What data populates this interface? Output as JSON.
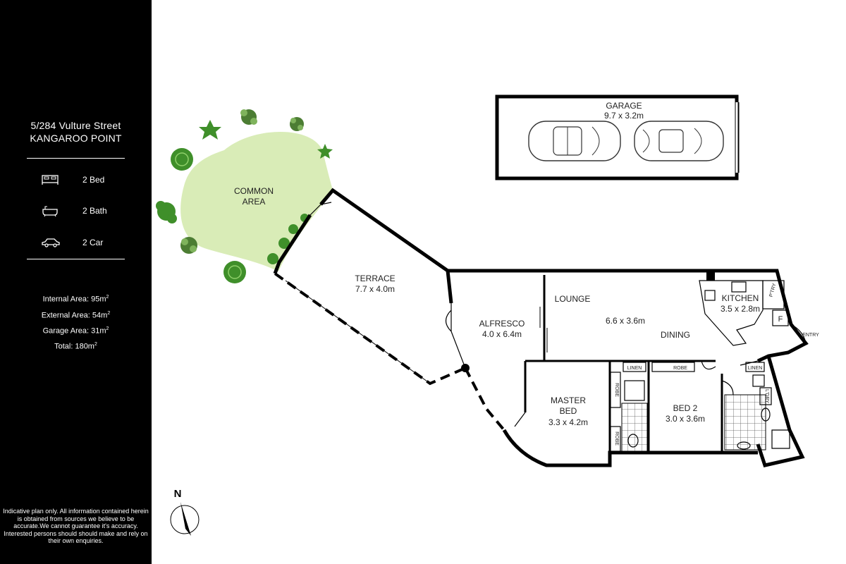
{
  "sidebar": {
    "address_line1": "5/284 Vulture Street",
    "address_line2": "KANGAROO POINT",
    "features": [
      {
        "icon": "bed-icon",
        "label": "2 Bed"
      },
      {
        "icon": "bath-icon",
        "label": "2 Bath"
      },
      {
        "icon": "car-icon",
        "label": "2 Car"
      }
    ],
    "areas": {
      "internal": {
        "label": "Internal Area: 95m",
        "sup": "2"
      },
      "external": {
        "label": "External Area: 54m",
        "sup": "2"
      },
      "garage": {
        "label": "Garage Area: 31m",
        "sup": "2"
      },
      "total": {
        "label": "Total: 180m",
        "sup": "2"
      }
    },
    "disclaimer": "Indicative plan only. All information contained herein is obtained from sources we believe to be accurate.We cannot guarantee it's accuracy. Interested persons should should make and rely on their own enquiries."
  },
  "plan": {
    "common_area": {
      "line1": "COMMON",
      "line2": "AREA"
    },
    "garage": {
      "name": "GARAGE",
      "dims": "9.7 x 3.2m"
    },
    "terrace": {
      "name": "TERRACE",
      "dims": "7.7 x 4.0m"
    },
    "alfresco": {
      "name": "ALFRESCO",
      "dims": "4.0 x 6.4m"
    },
    "lounge": {
      "name": "LOUNGE"
    },
    "lounge_dining_dims": "6.6 x 3.6m",
    "dining": {
      "name": "DINING"
    },
    "kitchen": {
      "name": "KITCHEN",
      "dims": "3.5 x 2.8m"
    },
    "pantry": "P'TRY",
    "fridge": "F",
    "entry": "ENTRY",
    "master_bed": {
      "line1": "MASTER",
      "line2": "BED",
      "dims": "3.3 x 4.2m"
    },
    "bed2": {
      "name": "BED 2",
      "dims": "3.0 x 3.6m"
    },
    "robe": "ROBE",
    "linen": "LINEN",
    "laundry": "L'DRY",
    "compass": "N"
  },
  "colors": {
    "sidebar": "#000000",
    "lawn": "#d9ecb7",
    "plant": "#3f8f2a",
    "tiles": "#555555"
  }
}
